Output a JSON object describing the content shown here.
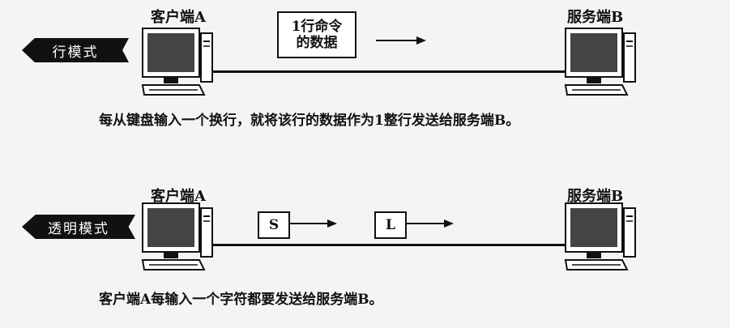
{
  "line_mode": {
    "badge": "行模式",
    "client_label": "客户端A",
    "server_label": "服务端B",
    "command_box": [
      "1行命令",
      "的数据"
    ],
    "caption": "每从键盘输入一个换行，就将该行的数据作为1整行发送给服务端B。"
  },
  "transparent_mode": {
    "badge": "透明模式",
    "client_label": "客户端A",
    "server_label": "服务端B",
    "packets": [
      "S",
      "L"
    ],
    "caption": "客户端A每输入一个字符都要发送给服务端B。"
  }
}
